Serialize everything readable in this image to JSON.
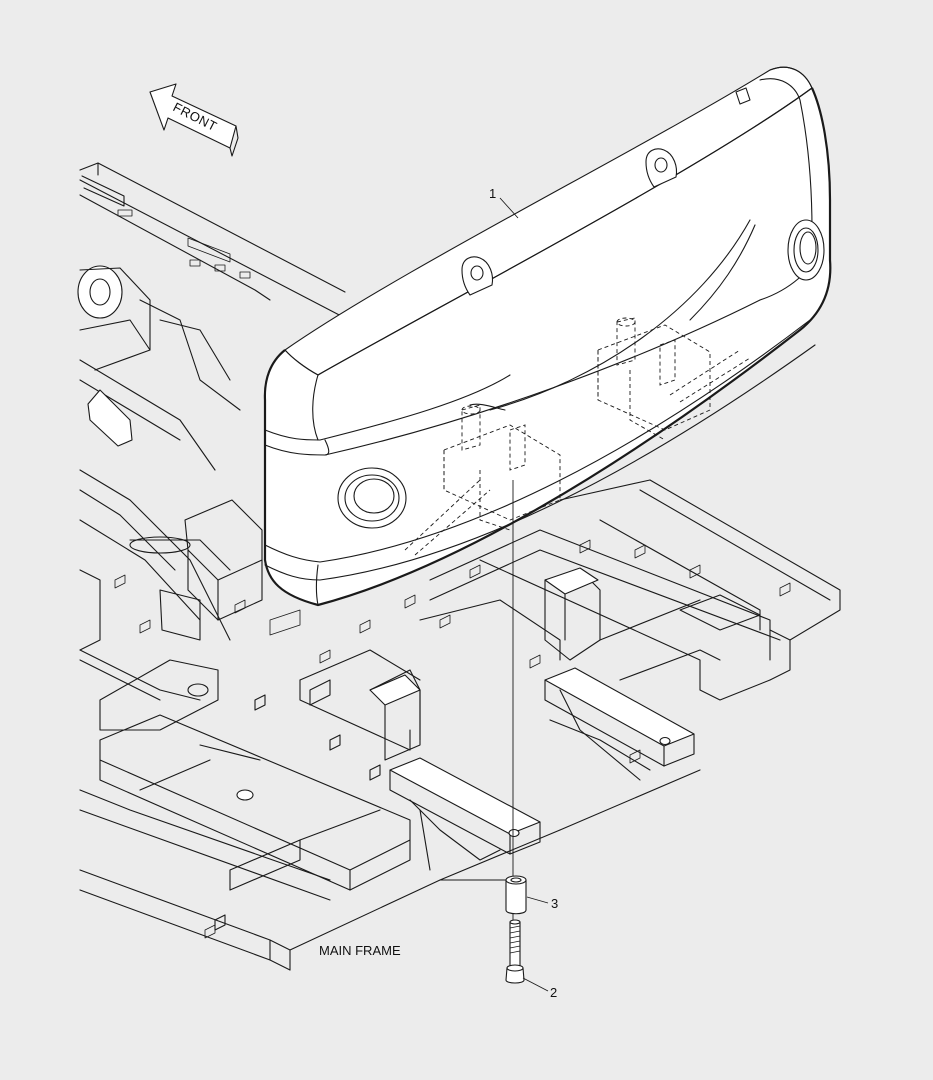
{
  "direction_arrow": {
    "text": "FRONT"
  },
  "frame_label": {
    "text": "MAIN FRAME"
  },
  "callouts": [
    {
      "number": "1",
      "part": "counterweight"
    },
    {
      "number": "2",
      "part": "bolt"
    },
    {
      "number": "3",
      "part": "spacer"
    }
  ]
}
